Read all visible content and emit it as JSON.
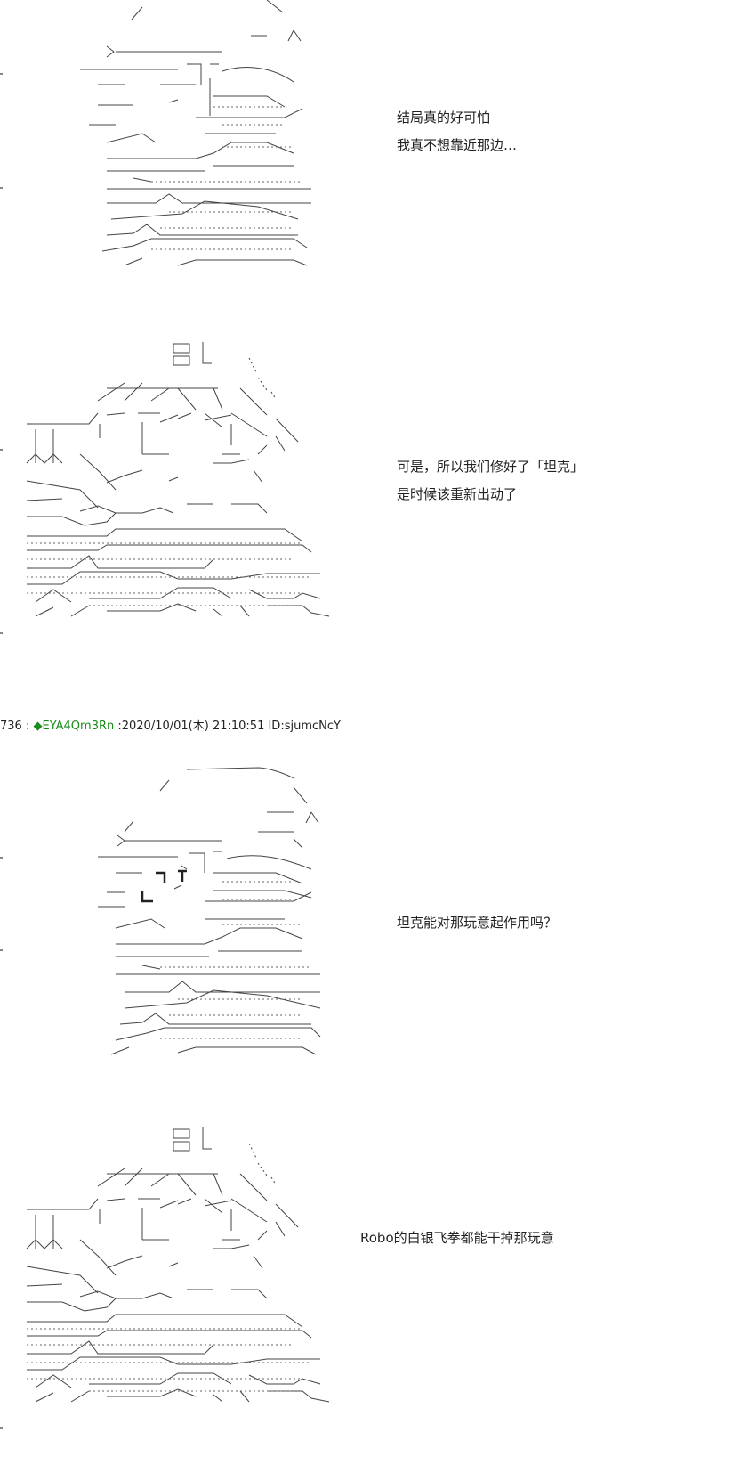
{
  "panels": [
    {
      "id": "panel-1",
      "lines": [
        "结局真的好可怕",
        "我真不想靠近那边…"
      ]
    },
    {
      "id": "panel-2",
      "lines": [
        "可是，所以我们修好了「坦克」",
        "是时候该重新出动了"
      ]
    },
    {
      "id": "panel-3",
      "lines": [
        "坦克能对那玩意起作用吗？"
      ]
    },
    {
      "id": "panel-4",
      "lines": [
        "Robo的白银飞拳都能干掉那玩意"
      ]
    }
  ],
  "post": {
    "number": "736",
    "separator": " : ",
    "name": "◆EYA4Qm3Rn",
    "timestamp": " :2020/10/01(木) 21:10:51 ID:sjumcNcY"
  },
  "colors": {
    "text": "#222222",
    "name": "#1a8c1a",
    "background": "#ffffff"
  }
}
